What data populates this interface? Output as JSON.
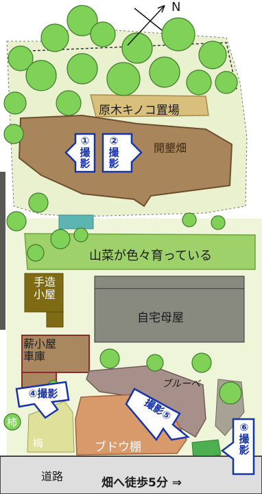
{
  "north": "N",
  "areas": {
    "mushroom": "原木キノコ置場",
    "field": "開墾畑",
    "wild_vegetables": "山菜が色々育っている",
    "hut": "手造\n小屋",
    "house": "自宅母屋",
    "woodshed": "薪小屋\n車庫",
    "blueberry": "ブルーベ",
    "persimmon": "柿",
    "plum": "梅",
    "grape": "ブドウ棚",
    "road": "道路",
    "walk": "畑へ徒歩5分 ⇒"
  },
  "shots": [
    {
      "label": "①\n撮\n影"
    },
    {
      "label": "②\n撮\n影"
    },
    {
      "label": "④撮影"
    },
    {
      "label": "撮影⑤"
    },
    {
      "label": "⑥\n撮\n影"
    }
  ],
  "colors": {
    "forest": "#e9f1cf",
    "yard": "#eef5d8",
    "field": "#a9855b",
    "mushroom": "#d8bf7c",
    "wild": "#9ed16a",
    "hut": "#7f6b14",
    "house": "#888a80",
    "woodshed": "#a9885f",
    "blueberry": "#a78f8a",
    "grape": "#d89a6a",
    "plum": "#dfe09a",
    "road": "#dedede",
    "tree": "#7fd257",
    "shot": "#1633a8"
  }
}
